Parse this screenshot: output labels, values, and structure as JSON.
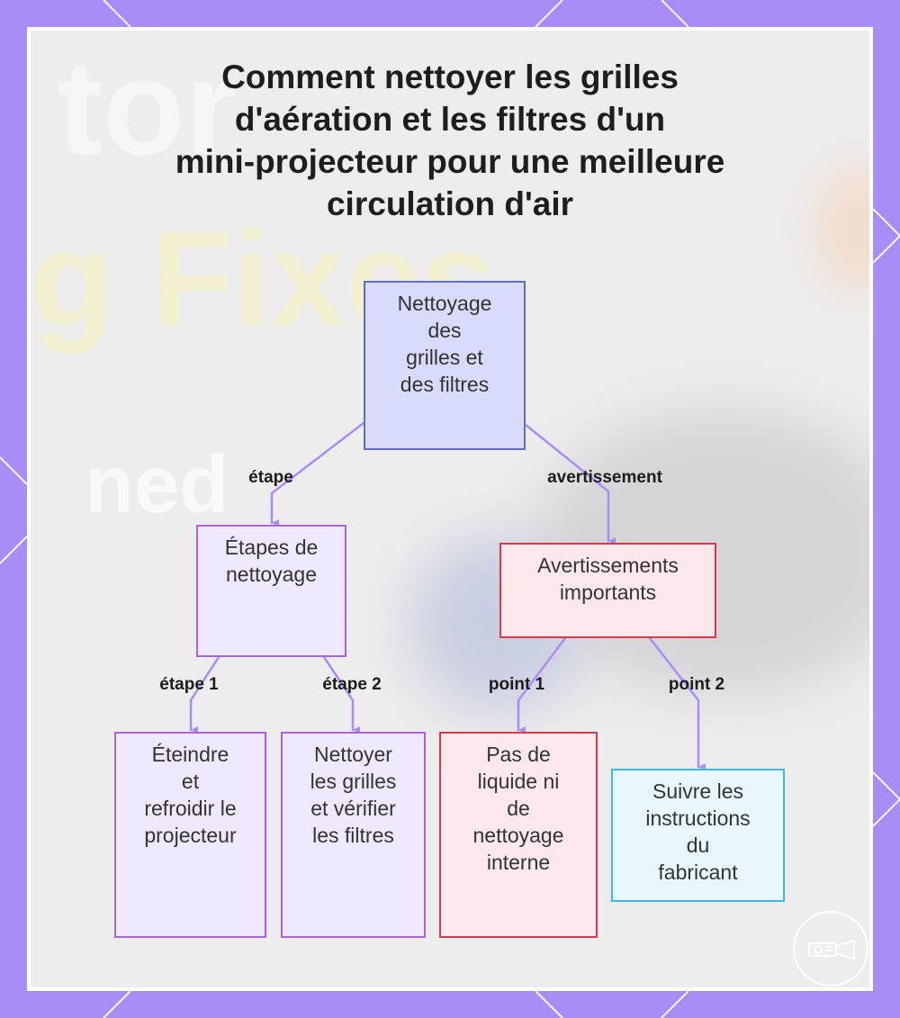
{
  "title": {
    "lines": [
      "Comment nettoyer les grilles",
      "d'aération et les filtres d'un",
      "mini-projecteur pour une meilleure",
      "circulation d'air"
    ]
  },
  "background_text": {
    "word1": "tor",
    "word2": "g Fixes",
    "word3": "ned"
  },
  "nodes": {
    "root": [
      "Nettoyage",
      "des",
      "grilles et",
      "des filtres"
    ],
    "steps": [
      "Étapes de",
      "nettoyage"
    ],
    "warnings": [
      "Avertissements",
      "importants"
    ],
    "turn_off": [
      "Éteindre",
      "et",
      "refroidir le",
      "projecteur"
    ],
    "clean": [
      "Nettoyer",
      "les grilles",
      "et vérifier",
      "les filtres"
    ],
    "no_liquid": [
      "Pas de",
      "liquide ni",
      "de",
      "nettoyage",
      "interne"
    ],
    "manufacturer": [
      "Suivre les",
      "instructions",
      "du",
      "fabricant"
    ]
  },
  "edge_labels": {
    "root_steps": "étape",
    "root_warnings": "avertissement",
    "steps_turn_off": "étape 1",
    "steps_clean": "étape 2",
    "warnings_liquid": "point 1",
    "warnings_manufacturer": "point 2"
  },
  "colors": {
    "frame": "#a98df6",
    "edge": "#a98df6",
    "root_fill": "#d9dbfb",
    "root_border": "#5d6dc6",
    "purple_fill": "#f0e8fd",
    "purple_border": "#ac62d8",
    "red_fill": "#fde9ec",
    "red_border": "#d63a4a",
    "blue_fill": "#e9f6fd",
    "blue_border": "#3cb8de"
  },
  "logo_icon": "projector-icon"
}
